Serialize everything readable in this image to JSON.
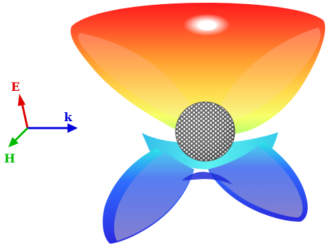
{
  "axes": {
    "e_label": "E",
    "k_label": "k",
    "h_label": "H",
    "e_color": "#e00000",
    "k_color": "#0000e0",
    "h_color": "#00bb00"
  },
  "figure": {
    "sphere": "nanoparticle-sphere",
    "pattern": "radiation-pattern-lobes",
    "color_map": [
      "#ff0000",
      "#ff8c00",
      "#ffee00",
      "#aaff55",
      "#22ddee",
      "#2244ff",
      "#8866cc"
    ]
  }
}
